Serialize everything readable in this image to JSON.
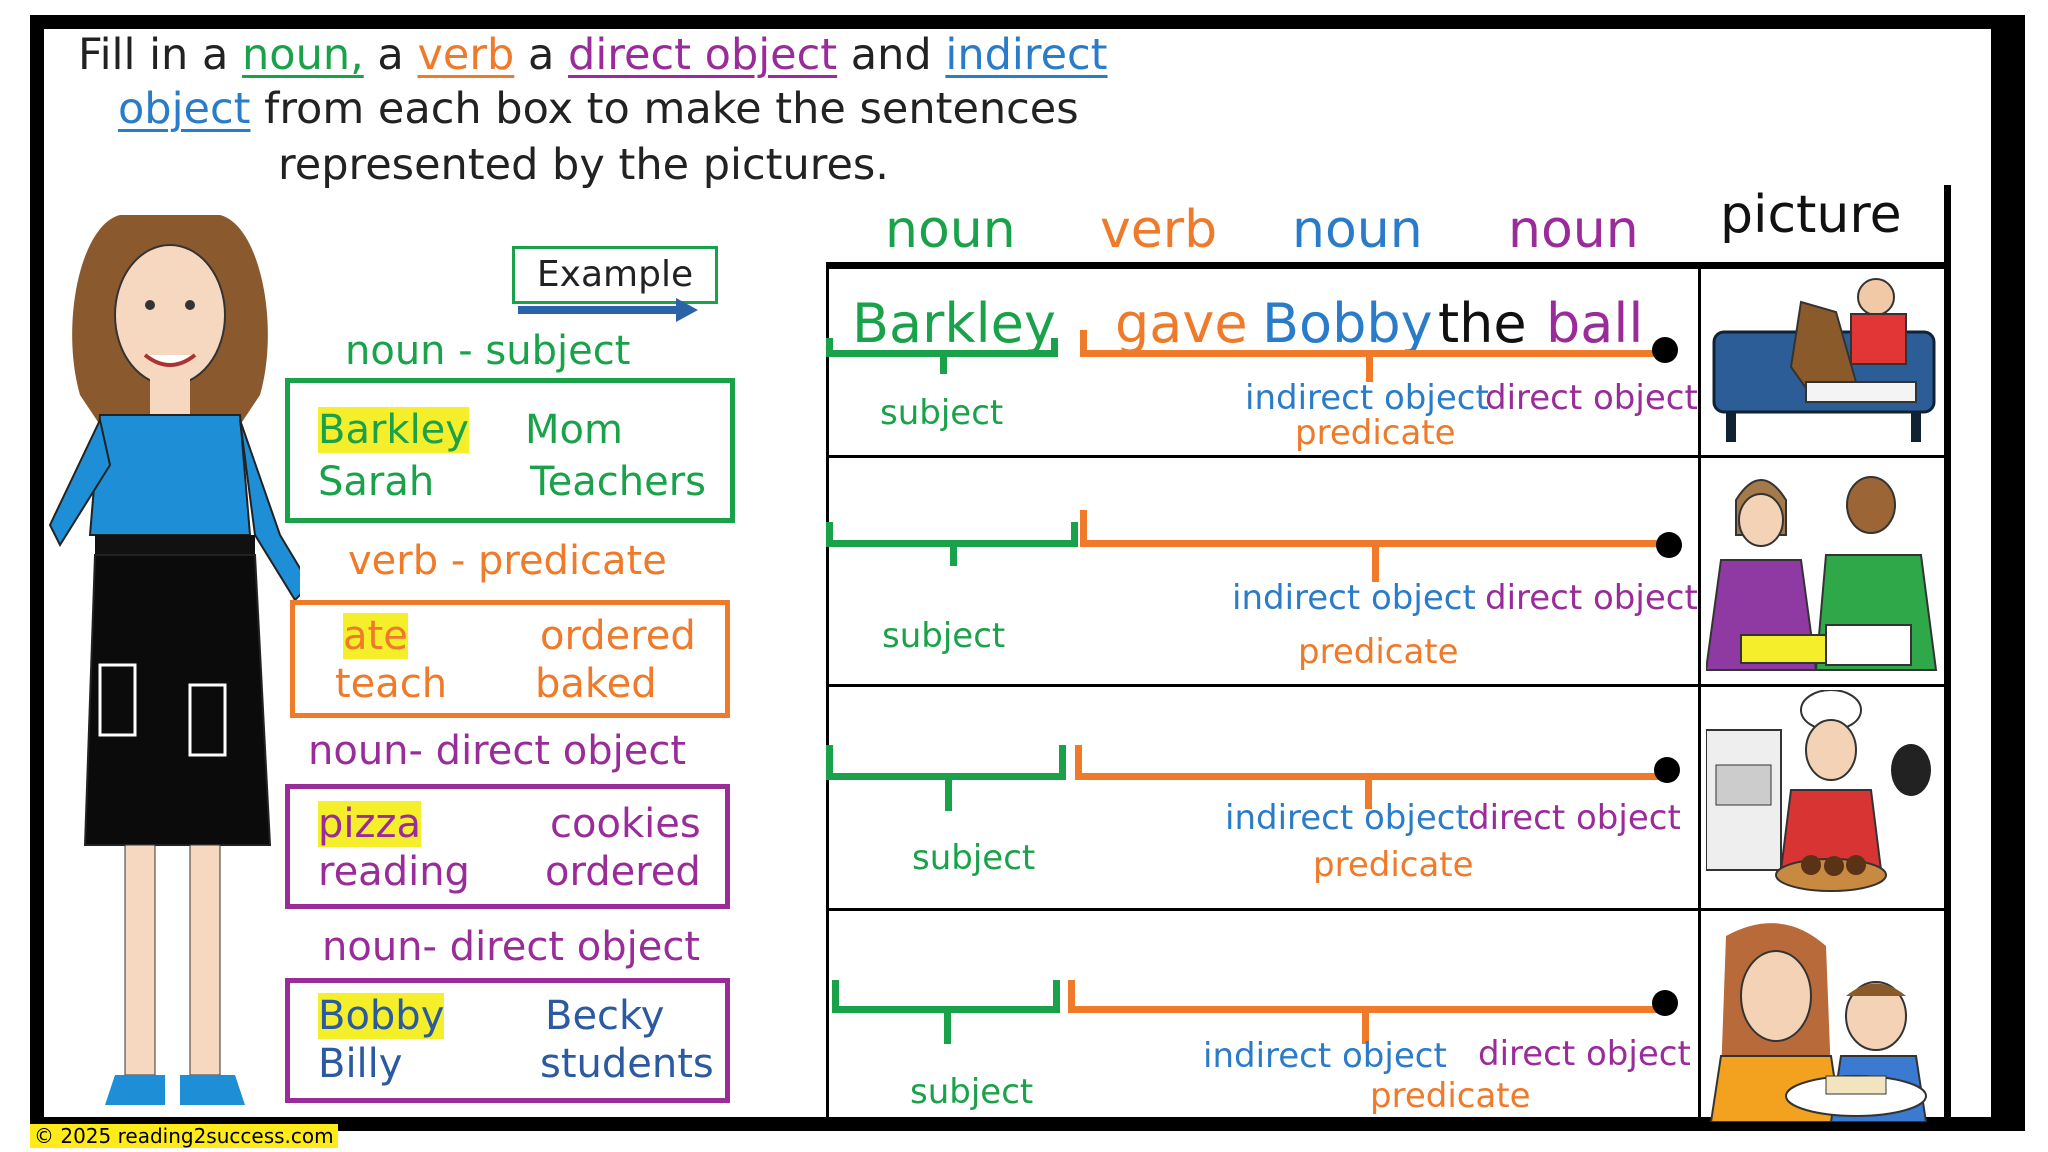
{
  "instruction": {
    "line1_a": "Fill in a ",
    "w_noun": "noun,",
    "line1_b": " a ",
    "w_verb": "verb",
    "line1_c": " a ",
    "w_direct": "direct object",
    "line1_d": " and ",
    "w_indirect1": "indirect",
    "w_indirect2": "object",
    "line2": " from each box to make the sentences",
    "line3": "represented by the pictures."
  },
  "example": {
    "label": "Example"
  },
  "word_boxes": [
    {
      "label": "noun - subject",
      "words": [
        "Barkley",
        "Mom",
        "Sarah",
        "Teachers"
      ],
      "highlighted": "Barkley"
    },
    {
      "label": "verb - predicate",
      "words": [
        "ate",
        "ordered",
        "teach",
        "baked"
      ],
      "highlighted": "ate"
    },
    {
      "label": "noun- direct object",
      "words": [
        "pizza",
        "cookies",
        "reading",
        "ordered"
      ],
      "highlighted": "pizza"
    },
    {
      "label": "noun- direct object",
      "words": [
        "Bobby",
        "Becky",
        "Billy",
        "students"
      ],
      "highlighted": "Bobby"
    }
  ],
  "columns": {
    "noun1": "noun",
    "verb": "verb",
    "noun2": "noun",
    "noun3": "noun",
    "picture": "picture"
  },
  "rows": [
    {
      "subject": "subject",
      "indirect": "indirect object",
      "direct": "direct object",
      "predicate": "predicate",
      "answer": {
        "subject": "Barkley",
        "verb": "gave",
        "indirect": "Bobby",
        "article": "the",
        "direct": "ball"
      }
    },
    {
      "subject": "subject",
      "indirect": "indirect object",
      "direct": "direct object",
      "predicate": "predicate"
    },
    {
      "subject": "subject",
      "indirect": "indirect object",
      "direct": "direct object",
      "predicate": "predicate"
    },
    {
      "subject": "subject",
      "indirect": "indirect object",
      "direct": "direct object",
      "predicate": "predicate"
    }
  ],
  "footer": "© 2025 reading2success.com",
  "colors": {
    "green": "#1aa24a",
    "orange": "#ee7a2a",
    "purple": "#9a2c9a",
    "blue": "#2b7cc8",
    "highlight": "#f5ee2b"
  }
}
